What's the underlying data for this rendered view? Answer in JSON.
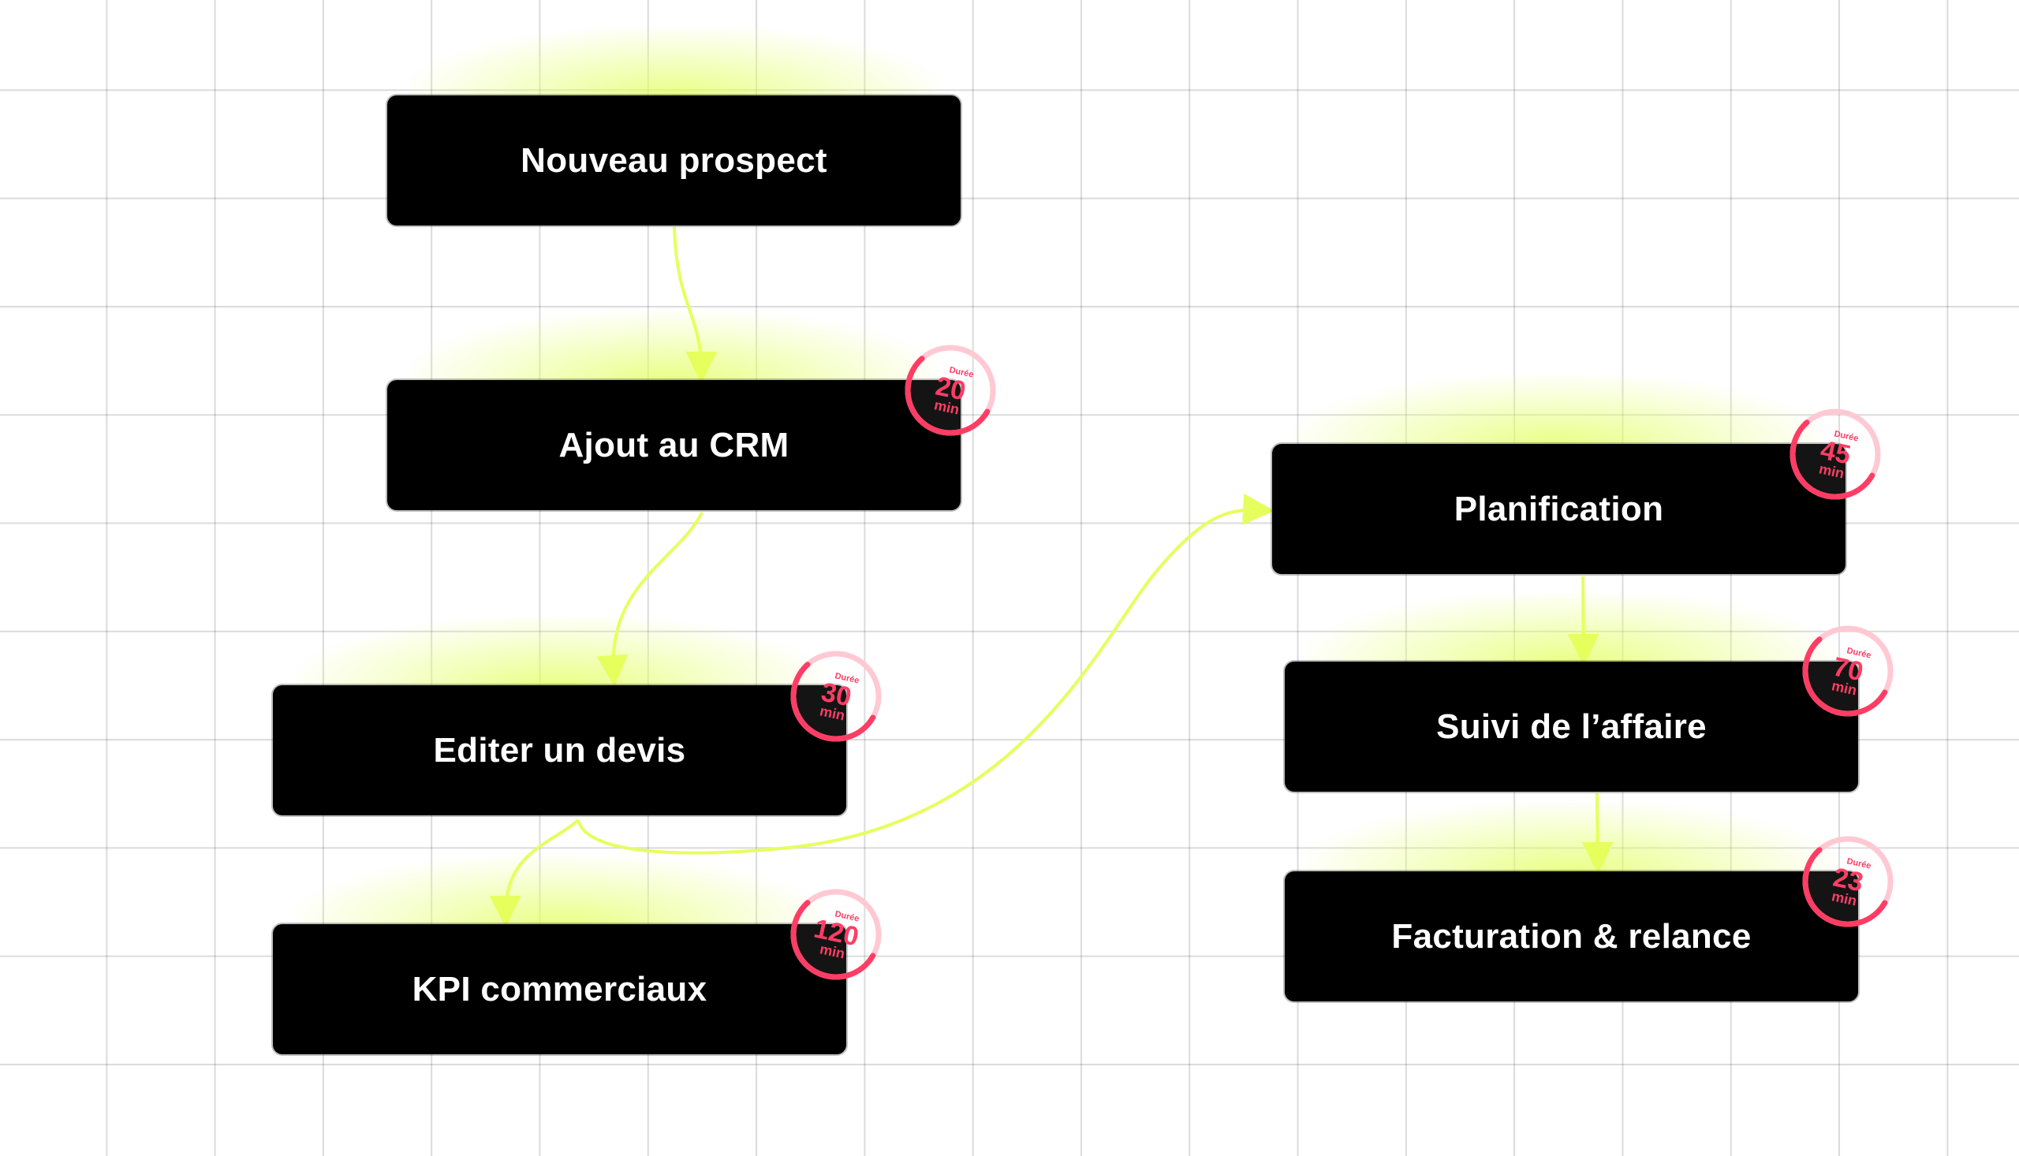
{
  "colors": {
    "edge": "#e6ff5c",
    "node_bg": "#000000",
    "badge_arc": "#ff3d64",
    "badge_track": "#ffc9d3"
  },
  "nodes": [
    {
      "id": "nouveau",
      "label": "Nouveau prospect"
    },
    {
      "id": "crm",
      "label": "Ajout au CRM",
      "badge": {
        "label": "Durée",
        "value": "20",
        "unit": "min",
        "fill": 0.55
      }
    },
    {
      "id": "devis",
      "label": "Editer un devis",
      "badge": {
        "label": "Durée",
        "value": "30",
        "unit": "min",
        "fill": 0.55
      }
    },
    {
      "id": "kpi",
      "label": "KPI commerciaux",
      "badge": {
        "label": "Durée",
        "value": "120",
        "unit": "min",
        "fill": 0.55
      }
    },
    {
      "id": "planif",
      "label": "Planification",
      "badge": {
        "label": "Durée",
        "value": "45",
        "unit": "min",
        "fill": 0.55
      }
    },
    {
      "id": "suivi",
      "label": "Suivi de l’affaire",
      "badge": {
        "label": "Durée",
        "value": "70",
        "unit": "min",
        "fill": 0.55
      }
    },
    {
      "id": "factu",
      "label": "Facturation & relance",
      "badge": {
        "label": "Durée",
        "value": "23",
        "unit": "min",
        "fill": 0.55
      }
    }
  ],
  "edges": [
    {
      "from": "nouveau",
      "to": "crm"
    },
    {
      "from": "crm",
      "to": "devis"
    },
    {
      "from": "devis",
      "to": "kpi"
    },
    {
      "from": "devis",
      "to": "planif"
    },
    {
      "from": "planif",
      "to": "suivi"
    },
    {
      "from": "suivi",
      "to": "factu"
    }
  ]
}
